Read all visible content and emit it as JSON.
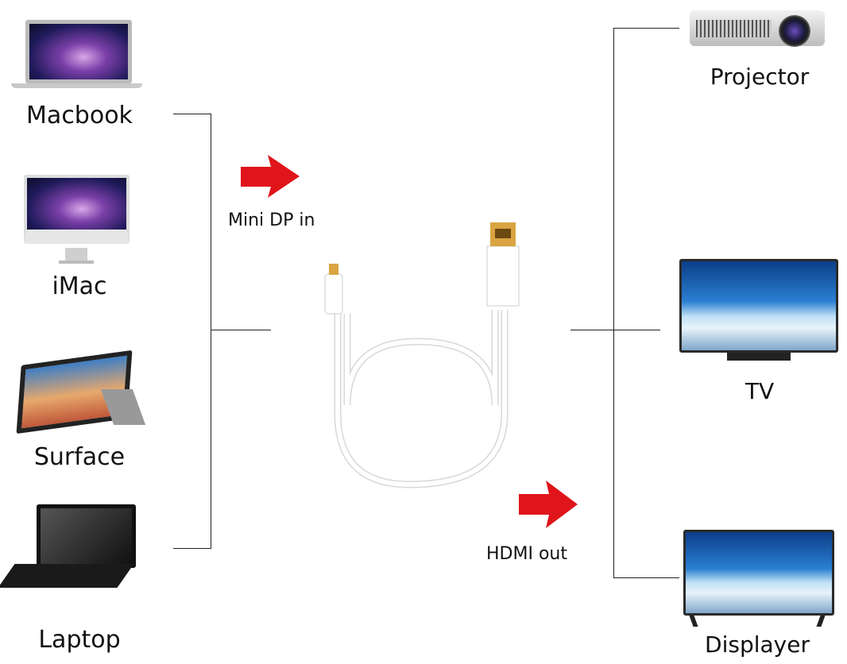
{
  "sources": [
    {
      "label": "Macbook",
      "icon": "laptop-macbook-icon"
    },
    {
      "label": "iMac",
      "icon": "imac-icon"
    },
    {
      "label": "Surface",
      "icon": "surface-tablet-icon"
    },
    {
      "label": "Laptop",
      "icon": "laptop-icon"
    }
  ],
  "outputs": [
    {
      "label": "Projector",
      "icon": "projector-icon"
    },
    {
      "label": "TV",
      "icon": "tv-icon"
    },
    {
      "label": "Displayer",
      "icon": "monitor-icon"
    }
  ],
  "input_label": "Mini DP in",
  "output_label": "HDMI out",
  "colors": {
    "arrow": "#e0141b",
    "line": "#222222",
    "hdmi_gold": "#d9a441"
  }
}
